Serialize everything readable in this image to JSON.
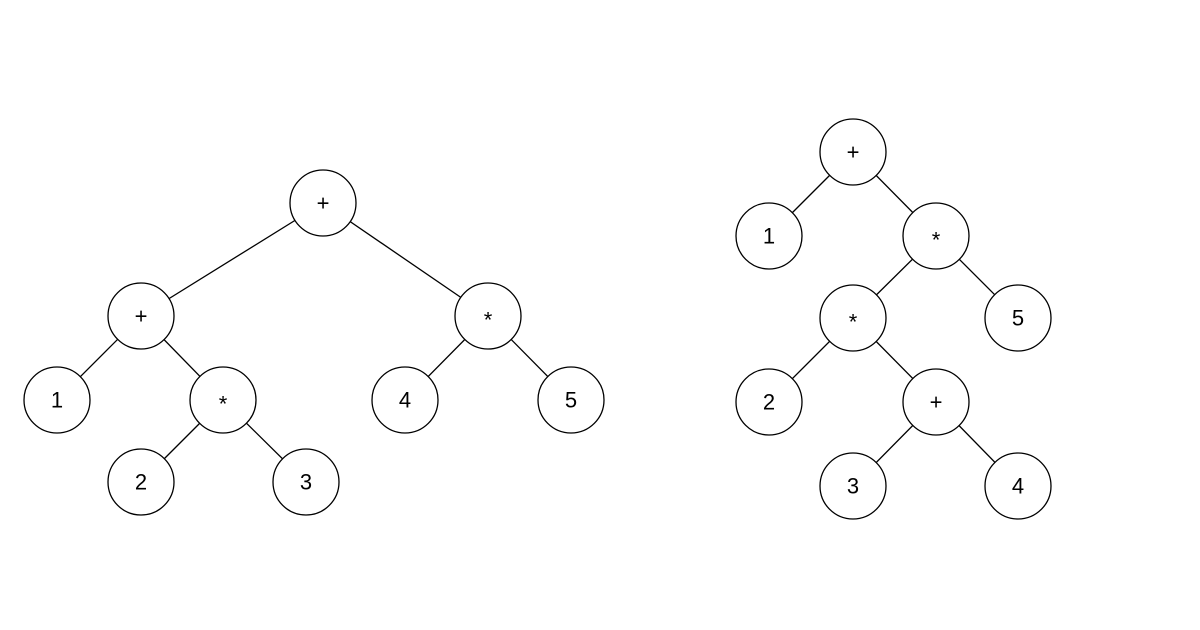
{
  "trees": [
    {
      "name": "left-expression-tree",
      "nodes": [
        "+",
        "+",
        "*",
        "1",
        "*",
        "4",
        "5",
        "2",
        "3"
      ],
      "edges": [
        [
          0,
          1
        ],
        [
          0,
          2
        ],
        [
          1,
          3
        ],
        [
          1,
          4
        ],
        [
          2,
          5
        ],
        [
          2,
          6
        ],
        [
          4,
          7
        ],
        [
          4,
          8
        ]
      ]
    },
    {
      "name": "right-expression-tree",
      "nodes": [
        "+",
        "1",
        "*",
        "*",
        "5",
        "2",
        "+",
        "3",
        "4"
      ],
      "edges": [
        [
          0,
          1
        ],
        [
          0,
          2
        ],
        [
          2,
          3
        ],
        [
          2,
          4
        ],
        [
          3,
          5
        ],
        [
          3,
          6
        ],
        [
          6,
          7
        ],
        [
          6,
          8
        ]
      ]
    }
  ]
}
